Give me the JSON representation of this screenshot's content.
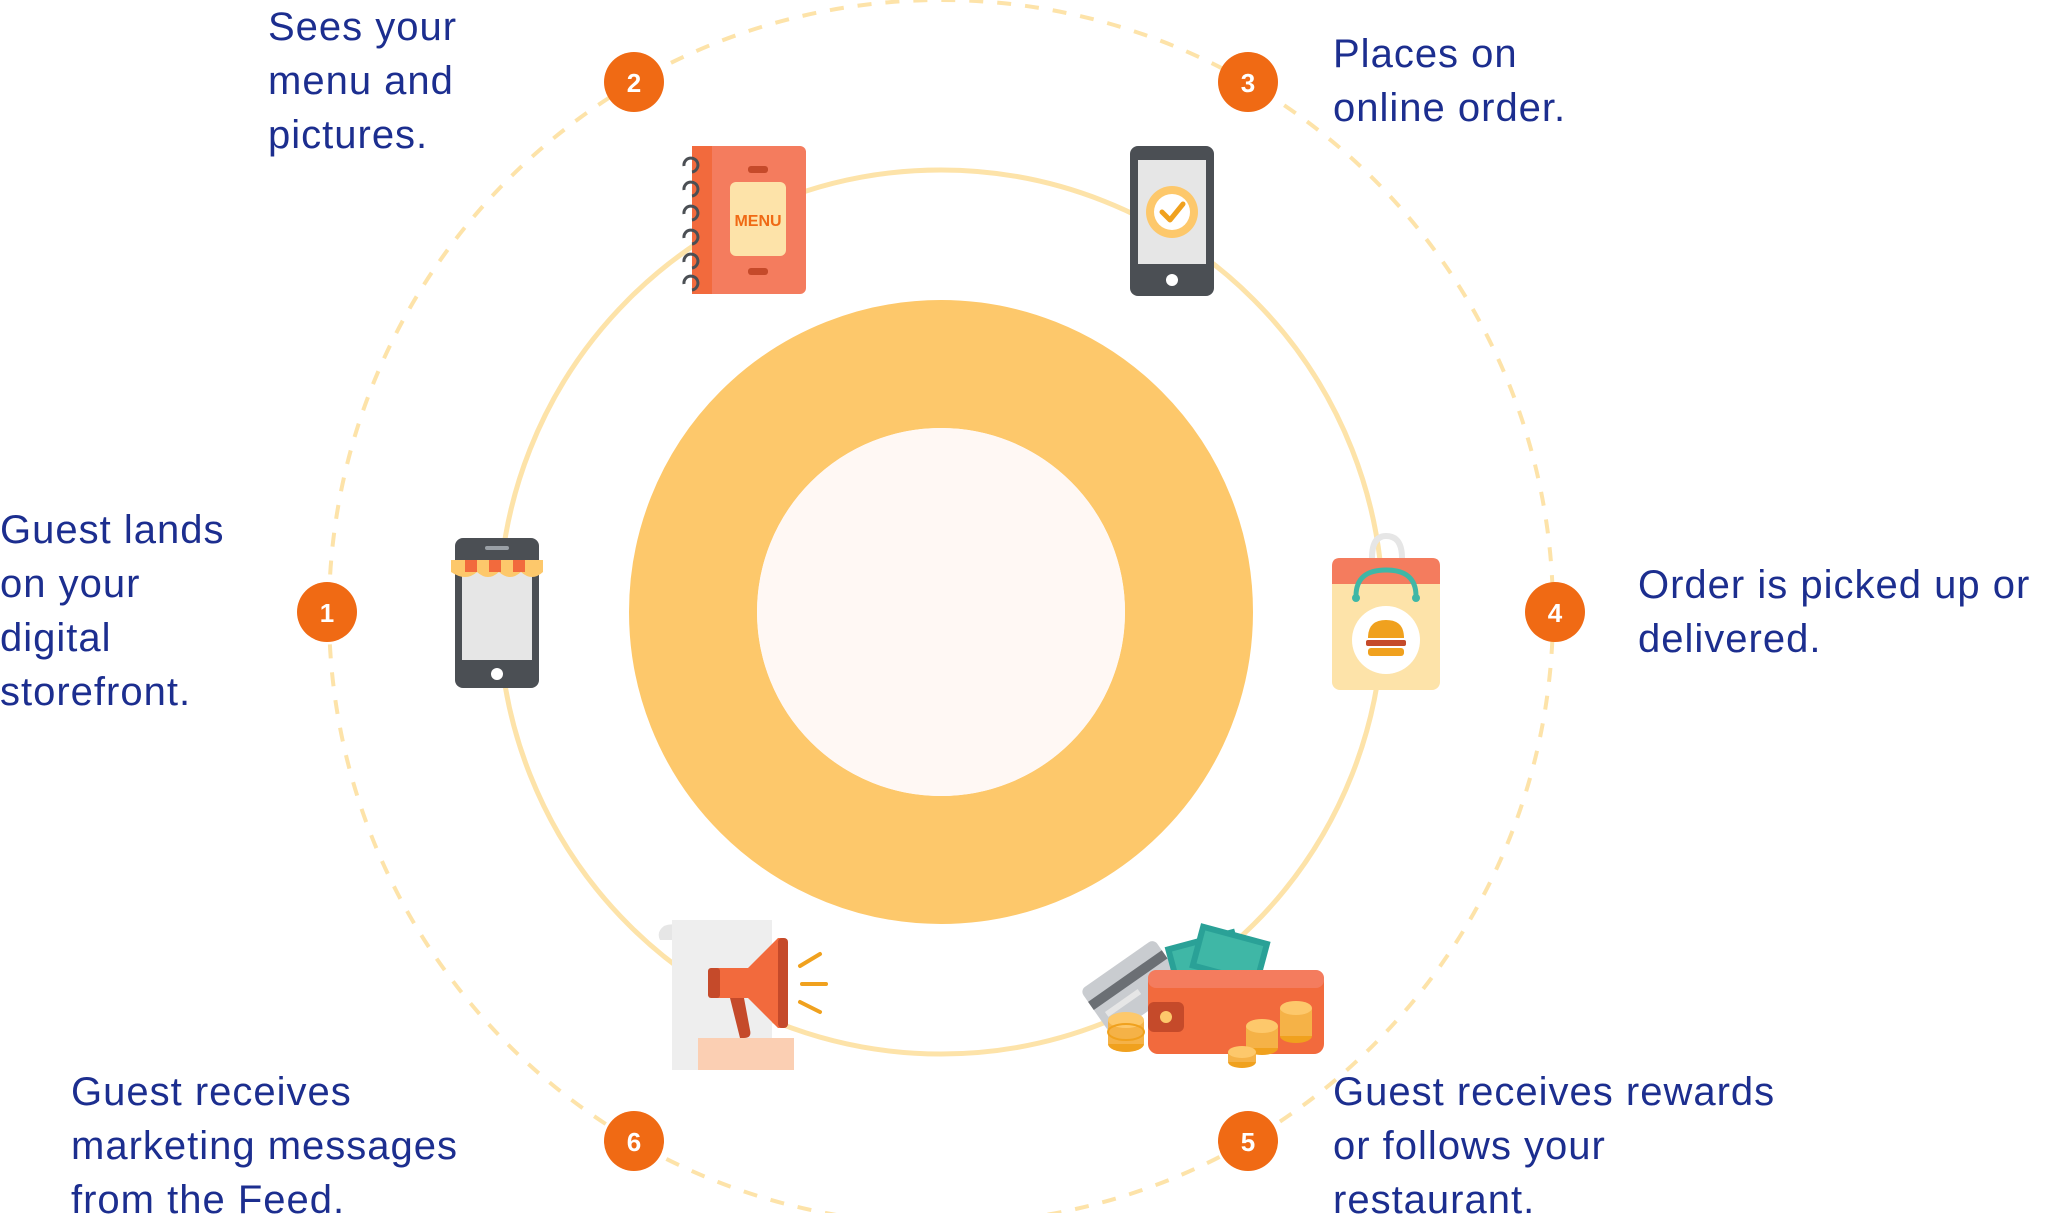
{
  "colors": {
    "accent_orange": "#f06a14",
    "ring_yellow": "#fdc86b",
    "ring_line": "#fde3a9",
    "dashed_line": "#fde3a9",
    "inner_fill": "#fff8f4",
    "text_blue": "#1c2e8f"
  },
  "steps": [
    {
      "number": "1",
      "icon": "storefront-phone-icon",
      "lines": [
        "Guest lands",
        "on your",
        "digital",
        "storefront."
      ]
    },
    {
      "number": "2",
      "icon": "menu-book-icon",
      "lines": [
        "Sees your",
        "menu and",
        "pictures."
      ]
    },
    {
      "number": "3",
      "icon": "phone-checkmark-icon",
      "lines": [
        "Places on",
        "online order."
      ]
    },
    {
      "number": "4",
      "icon": "delivery-bag-icon",
      "lines": [
        "Order is picked up or",
        "delivered."
      ]
    },
    {
      "number": "5",
      "icon": "wallet-money-icon",
      "lines": [
        "Guest receives rewards",
        "or follows your",
        "restaurant."
      ]
    },
    {
      "number": "6",
      "icon": "megaphone-icon",
      "lines": [
        "Guest receives",
        "marketing messages",
        "from the Feed."
      ]
    }
  ],
  "menu_book_text": "MENU"
}
